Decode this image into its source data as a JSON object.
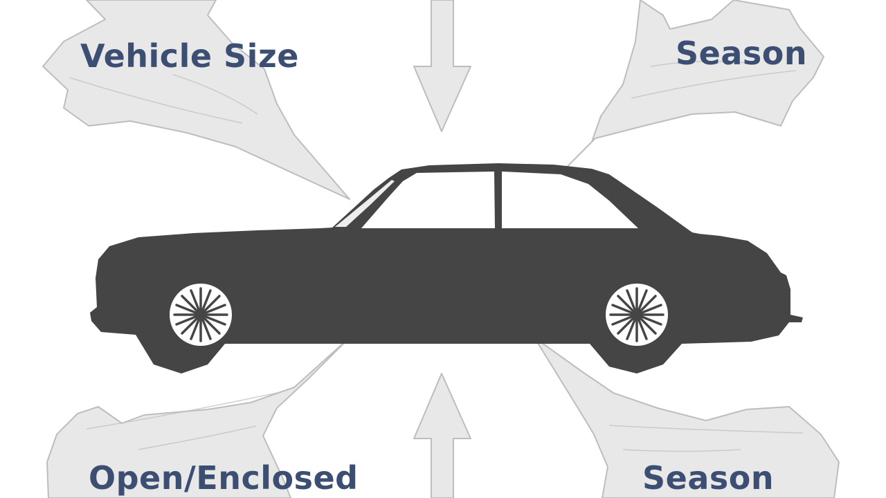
{
  "diagram": {
    "labels": {
      "top_left": "Vehicle Size",
      "top_right": "Season",
      "bottom_left": "Open/Enclosed",
      "bottom_right": "Season"
    },
    "icons": {
      "central": "car-silhouette-icon",
      "arrows": [
        "arrow-from-top-left-icon",
        "arrow-from-top-icon",
        "arrow-from-top-right-icon",
        "arrow-from-bottom-left-icon",
        "arrow-from-bottom-icon",
        "arrow-from-bottom-right-icon"
      ]
    }
  },
  "colors": {
    "label_text": "#3c4f73",
    "car_body": "#454545",
    "arrow_fill": "#e4e4e4",
    "arrow_stroke": "#bdbdbd",
    "background": "#ffffff"
  }
}
